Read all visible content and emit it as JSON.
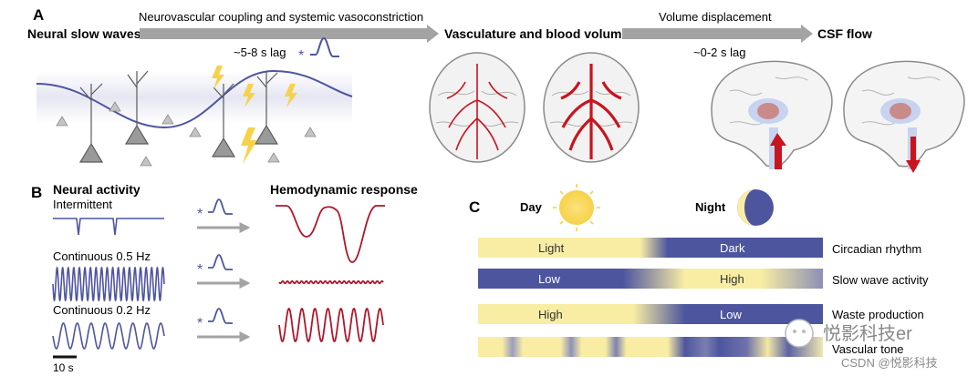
{
  "panel_a": {
    "letter": "A",
    "stage1": "Neural slow waves",
    "arrow1": "Neurovascular coupling and systemic vasoconstriction",
    "lag1": "~5-8 s lag",
    "stage2": "Vasculature and blood volume",
    "arrow2": "Volume displacement",
    "lag2": "~0-2 s lag",
    "stage3": "CSF flow"
  },
  "panel_b": {
    "letter": "B",
    "neural_title": "Neural activity",
    "hemo_title": "Hemodynamic response",
    "row1": "Intermittent",
    "row2": "Continuous 0.5 Hz",
    "row3": "Continuous 0.2 Hz",
    "scale": "10 s"
  },
  "panel_c": {
    "letter": "C",
    "day": "Day",
    "night": "Night",
    "bars": [
      {
        "left": "Light",
        "right": "Dark",
        "name": "Circadian rhythm"
      },
      {
        "left": "Low",
        "right": "High",
        "name": "Slow wave activity"
      },
      {
        "left": "High",
        "right": "Low",
        "name": "Waste production"
      },
      {
        "left": "",
        "right": "",
        "name": "Vascular tone"
      }
    ]
  },
  "watermark": {
    "logo_text": "悦影科技er",
    "credit": "CSDN @悦影科技"
  },
  "colors": {
    "navy": "#4d559f",
    "cream": "#f8eda3",
    "vessel_red": "#c8141e",
    "arrow_gray": "#a3a3a3",
    "hemo_red": "#b0162a"
  }
}
